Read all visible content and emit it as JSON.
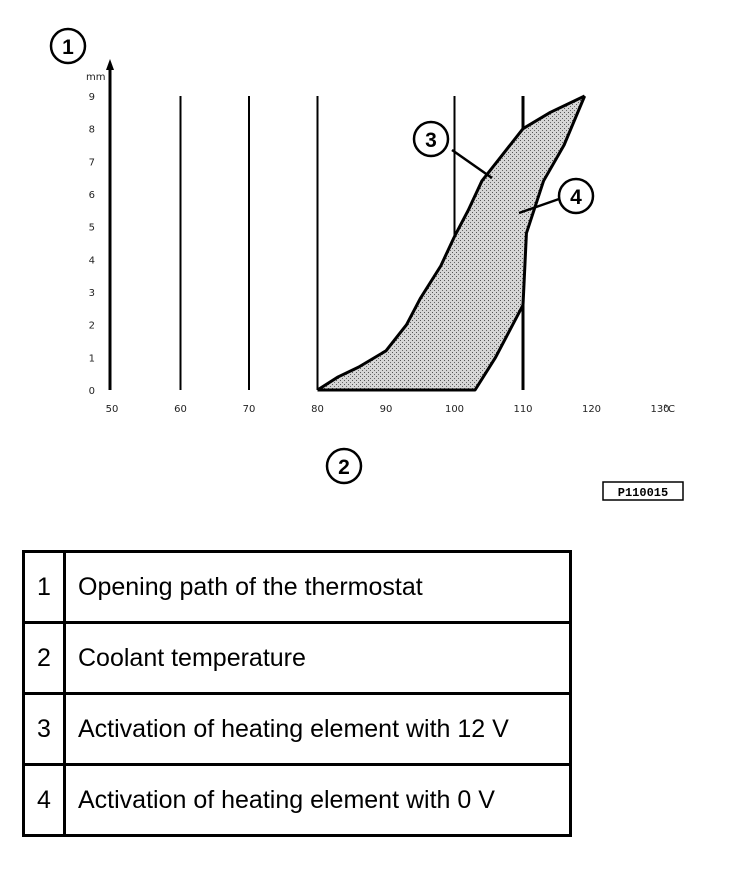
{
  "chart_data": {
    "type": "area",
    "xlabel": "",
    "ylabel": "",
    "x_unit": "°C",
    "y_unit": "mm",
    "xlim": [
      50,
      130
    ],
    "ylim": [
      0,
      9
    ],
    "x_ticks": [
      "50",
      "60",
      "70",
      "80",
      "90",
      "100",
      "110",
      "120",
      "130"
    ],
    "y_ticks": [
      "0",
      "1",
      "2",
      "3",
      "4",
      "5",
      "6",
      "7",
      "8",
      "9"
    ],
    "vertical_gridlines_at": [
      60,
      70,
      80,
      100,
      110
    ],
    "series": [
      {
        "x": [
          80,
          83,
          86,
          90,
          93,
          95,
          98,
          100,
          102,
          104,
          107,
          110,
          114,
          119
        ],
        "y": [
          0,
          0.4,
          0.7,
          1.2,
          2.0,
          2.8,
          3.8,
          4.7,
          5.5,
          6.4,
          7.2,
          8.0,
          8.5,
          9.0
        ]
      },
      {
        "x": [
          80,
          103,
          106,
          110,
          110.5,
          113,
          116,
          119
        ],
        "y": [
          0,
          0,
          1.0,
          2.6,
          4.8,
          6.4,
          7.5,
          9.0
        ]
      }
    ]
  },
  "callouts": {
    "c1": "1",
    "c2": "2",
    "c3": "3",
    "c4": "4"
  },
  "figure_ref": "P110015",
  "legend": [
    {
      "num": "1",
      "text": "Opening path of the thermostat"
    },
    {
      "num": "2",
      "text": "Coolant temperature"
    },
    {
      "num": "3",
      "text": "Activation of heating element with 12 V"
    },
    {
      "num": "4",
      "text": "Activation of heating element with 0 V"
    }
  ]
}
